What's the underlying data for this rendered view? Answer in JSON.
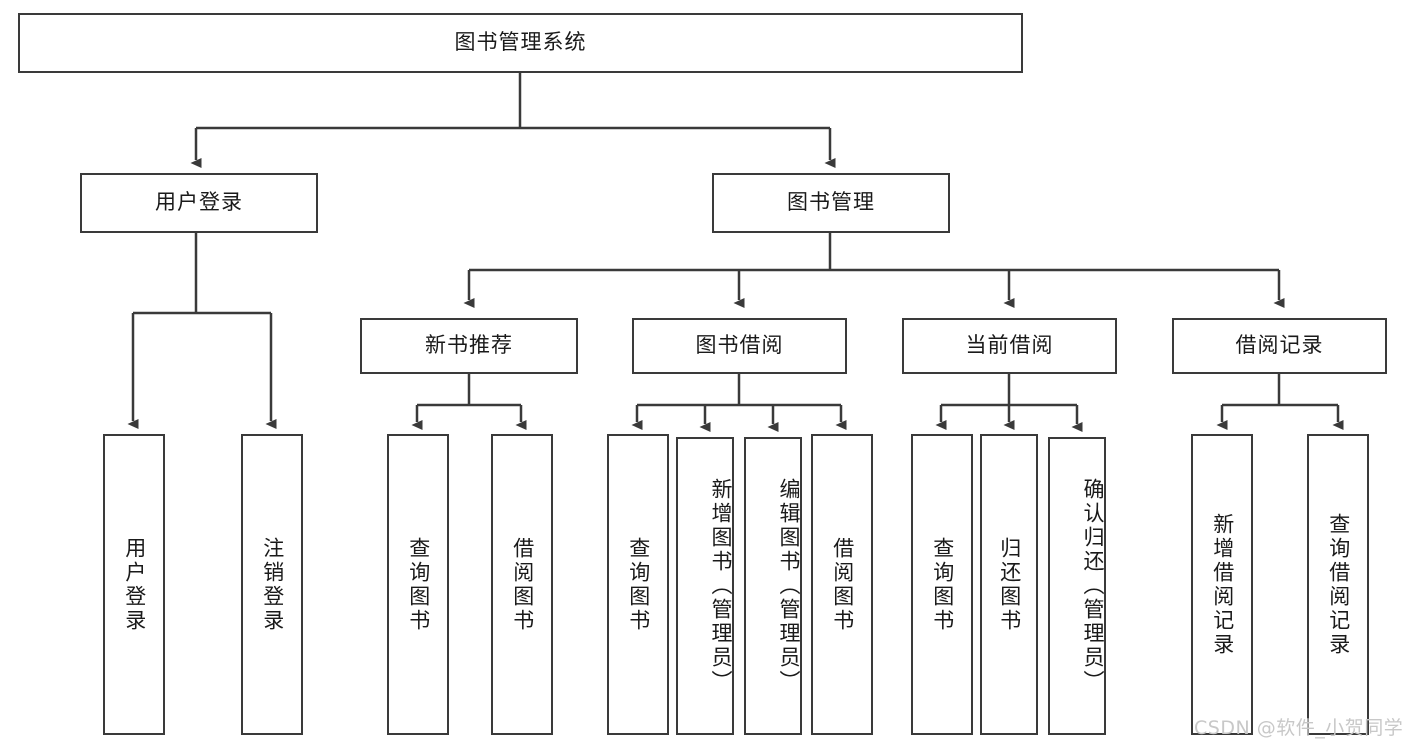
{
  "diagram": {
    "title": "图书管理系统",
    "watermark": "CSDN @软件_小贺同学",
    "colors": {
      "border": "#3a3a3a",
      "background": "#ffffff",
      "text": "#1a1a1a",
      "watermark": "#c8c8c8"
    },
    "root": {
      "label": "图书管理系统"
    },
    "level2": [
      {
        "label": "用户登录"
      },
      {
        "label": "图书管理"
      }
    ],
    "level3": [
      {
        "label": "新书推荐"
      },
      {
        "label": "图书借阅"
      },
      {
        "label": "当前借阅"
      },
      {
        "label": "借阅记录"
      }
    ],
    "leaves": {
      "user_login": [
        {
          "label": "用户登录"
        },
        {
          "label": "注销登录"
        }
      ],
      "new_book_recommend": [
        {
          "label": "查询图书"
        },
        {
          "label": "借阅图书"
        }
      ],
      "book_borrow": [
        {
          "label": "查询图书"
        },
        {
          "label": "新增图书（管理员）"
        },
        {
          "label": "编辑图书（管理员）"
        },
        {
          "label": "借阅图书"
        }
      ],
      "current_borrow": [
        {
          "label": "查询图书"
        },
        {
          "label": "归还图书"
        },
        {
          "label": "确认归还（管理员）"
        }
      ],
      "borrow_record": [
        {
          "label": "新增借阅记录"
        },
        {
          "label": "查询借阅记录"
        }
      ]
    }
  }
}
